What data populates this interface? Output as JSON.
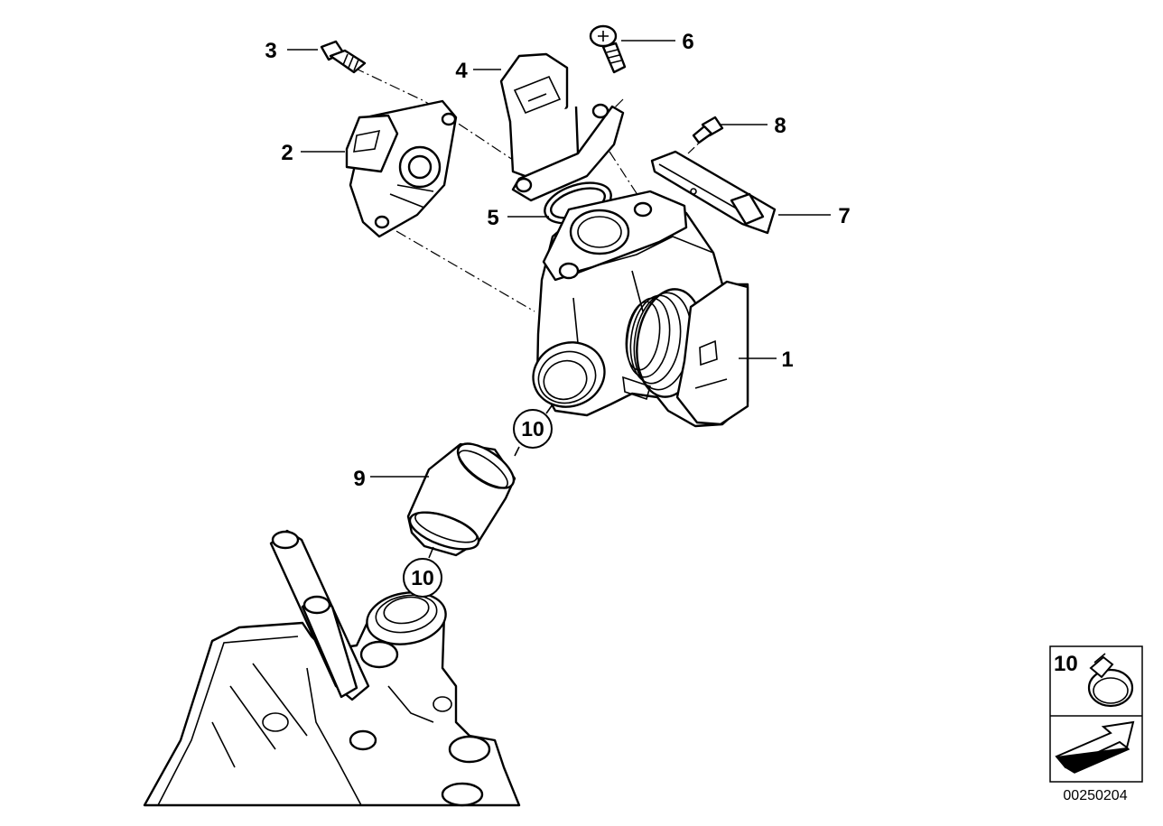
{
  "diagram": {
    "callouts": [
      {
        "id": "part-1",
        "label": "1"
      },
      {
        "id": "part-2",
        "label": "2"
      },
      {
        "id": "part-3",
        "label": "3"
      },
      {
        "id": "part-4",
        "label": "4"
      },
      {
        "id": "part-5",
        "label": "5"
      },
      {
        "id": "part-6",
        "label": "6"
      },
      {
        "id": "part-7",
        "label": "7"
      },
      {
        "id": "part-8",
        "label": "8"
      },
      {
        "id": "part-9",
        "label": "9"
      },
      {
        "id": "part-10-a",
        "label": "10"
      },
      {
        "id": "part-10-b",
        "label": "10"
      }
    ],
    "legend": {
      "clamp_label": "10",
      "clamp_icon": "hose-clamp-icon",
      "arrow_icon": "forward-arrow-icon"
    },
    "document_number": "00250204"
  }
}
